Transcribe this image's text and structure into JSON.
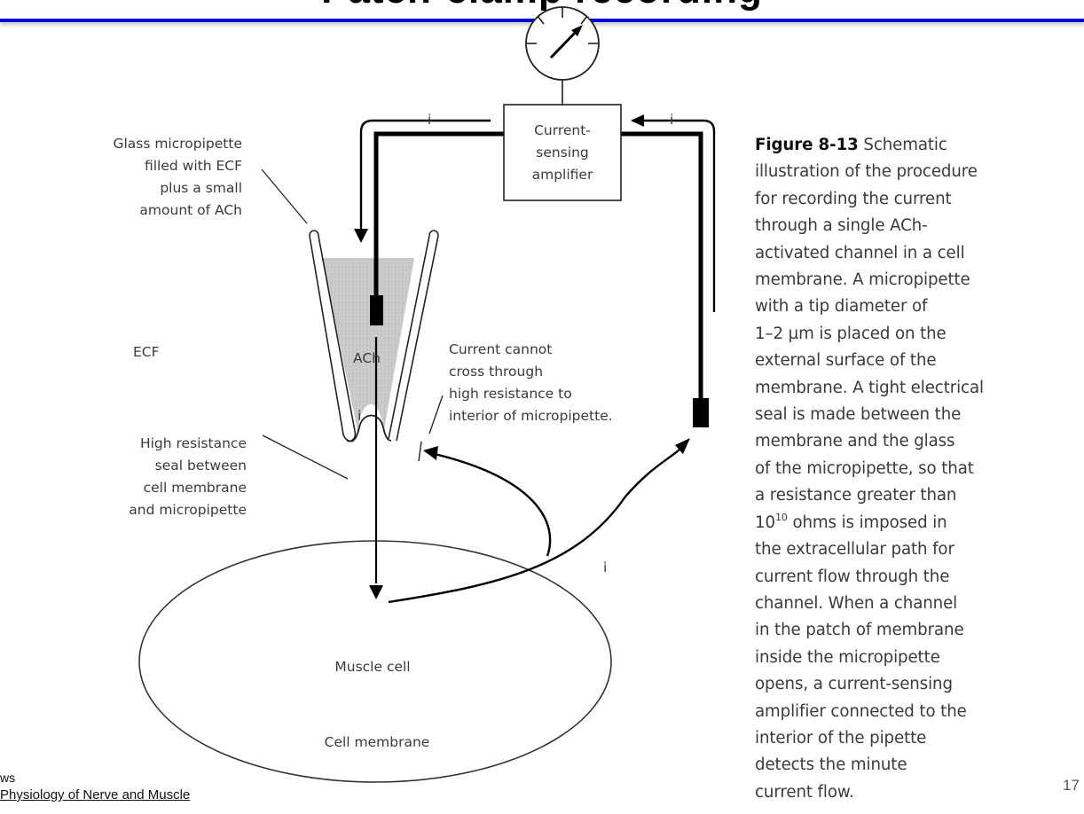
{
  "slide": {
    "title_fragment": "Patch-clamp recording",
    "page_number": "17",
    "footer": {
      "line1": "ws",
      "line2": " Physiology of Nerve and Muscle"
    },
    "accent_color": "#0000d6"
  },
  "diagram": {
    "labels": {
      "pipette_label": [
        "Glass micropipette",
        "filled with ECF",
        "plus a small",
        "amount of ACh"
      ],
      "ecf": "ECF",
      "ach": "ACh",
      "seal_label": [
        "High resistance",
        "seal between",
        "cell membrane",
        "and micropipette"
      ],
      "current_cannot": [
        "Current cannot",
        "cross through",
        "high resistance to",
        "interior of micropipette."
      ],
      "amplifier": [
        "Current-",
        "sensing",
        "amplifier"
      ],
      "muscle_cell": "Muscle cell",
      "cell_membrane": "Cell membrane",
      "current_symbol": "i"
    }
  },
  "caption": {
    "figure_id": "Figure 8-13",
    "lines": [
      " Schematic",
      "illustration of the procedure",
      "for recording the current",
      "through a single ACh-",
      "activated channel in a cell",
      "membrane. A micropipette",
      "with a tip diameter of",
      "1–2 µm is placed on the",
      "external surface of the",
      "membrane. A tight electrical",
      "seal is made between the",
      "membrane and the glass",
      "of the micropipette, so that",
      "a resistance greater than"
    ],
    "resistance_base": "10",
    "resistance_exp": "10",
    "resistance_rest": " ohms is imposed in",
    "lines_after": [
      "the extracellular path for",
      "current flow through the",
      "channel. When a channel",
      "in the patch of membrane",
      "inside the micropipette",
      "opens, a current-sensing",
      "amplifier connected to the",
      "interior of the pipette",
      "detects the minute",
      "current flow."
    ]
  }
}
